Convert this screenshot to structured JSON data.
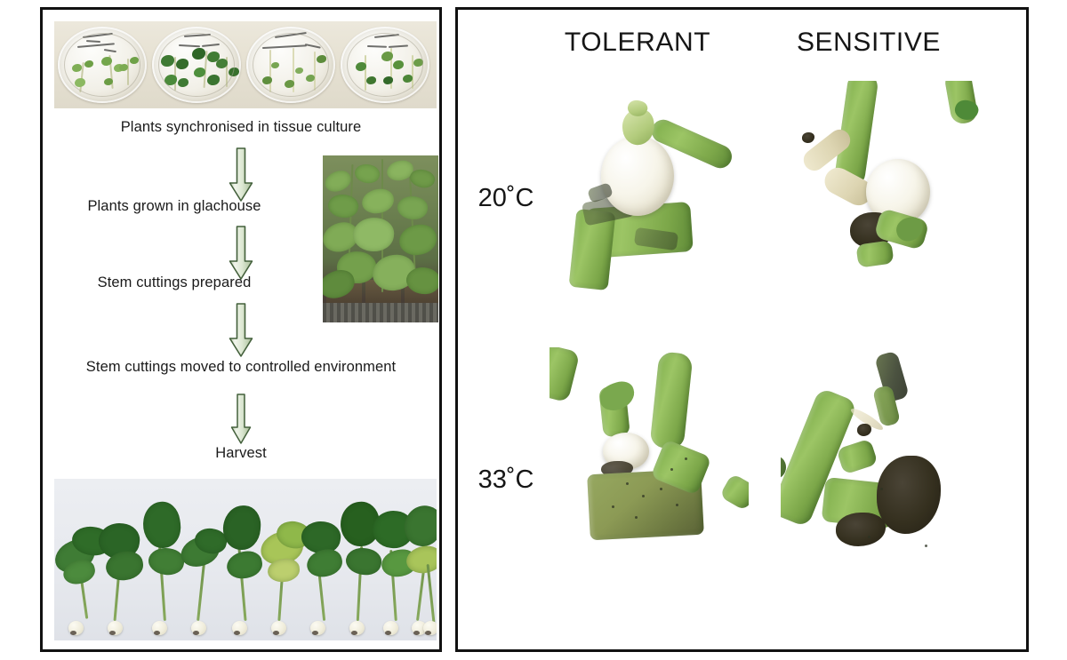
{
  "figure": {
    "type": "scientific-figure",
    "panels": [
      "workflow",
      "specimen-comparison"
    ]
  },
  "left_panel": {
    "name": "experimental-workflow",
    "top_photo": {
      "caption": "Plants synchronised in tissue culture",
      "description": "Four petri dishes with handwritten labels containing synchronised potato plantlets",
      "dish_count": 4,
      "background_color": "#e6e1d2"
    },
    "steps": [
      "Plants synchronised in tissue culture",
      "Plants grown in glachouse",
      "Stem cuttings prepared",
      "Stem cuttings moved to controlled environment",
      "Harvest"
    ],
    "arrow_count": 4,
    "arrow_fill": "#dfe8d6",
    "arrow_stroke": "#43603b",
    "glasshouse_photo": {
      "description": "Potato plants growing in pots in a glasshouse",
      "background_color": "#6f8352"
    },
    "bottom_photo": {
      "description": "Row of harvested stem cuttings with leaves and white tubers",
      "cutting_count": 11,
      "background_color": "#e7e9ee"
    }
  },
  "right_panel": {
    "name": "specimen-comparison-grid",
    "column_headers": [
      "TOLERANT",
      "SENSITIVE"
    ],
    "row_labels": [
      "20˚C",
      "33˚C"
    ],
    "specimens": [
      {
        "id": "tolerant-20",
        "genotype": "TOLERANT",
        "temperature": "20˚C",
        "description": "Green stem cutting with a large round white tuber and a green sprout at the tuber apex",
        "tuber_present": true,
        "tuber_size": "large",
        "background_color": "#c3c4cb"
      },
      {
        "id": "sensitive-20",
        "genotype": "SENSITIVE",
        "temperature": "20˚C",
        "description": "White tuber on a pale stolon beside a green stem with dark necrotic tissue at the node",
        "tuber_present": true,
        "tuber_size": "medium",
        "background_color": "#ededed"
      },
      {
        "id": "tolerant-33",
        "genotype": "TOLERANT",
        "temperature": "33˚C",
        "description": "Green stem cutting with a small white tuber still forming at the node",
        "tuber_present": true,
        "tuber_size": "small",
        "background_color": "#c6c7ce"
      },
      {
        "id": "sensitive-33",
        "genotype": "SENSITIVE",
        "temperature": "33˚C",
        "description": "Green stem cutting with no tuber and extensive dark necrotic tissue at the node",
        "tuber_present": false,
        "tuber_size": "none",
        "background_color": "#e9e9ea"
      }
    ]
  },
  "colors": {
    "panel_border": "#111111",
    "text": "#1a1a1a",
    "arrow_fill": "#dfe8d6",
    "arrow_stroke": "#43603b",
    "background": "#ffffff"
  }
}
